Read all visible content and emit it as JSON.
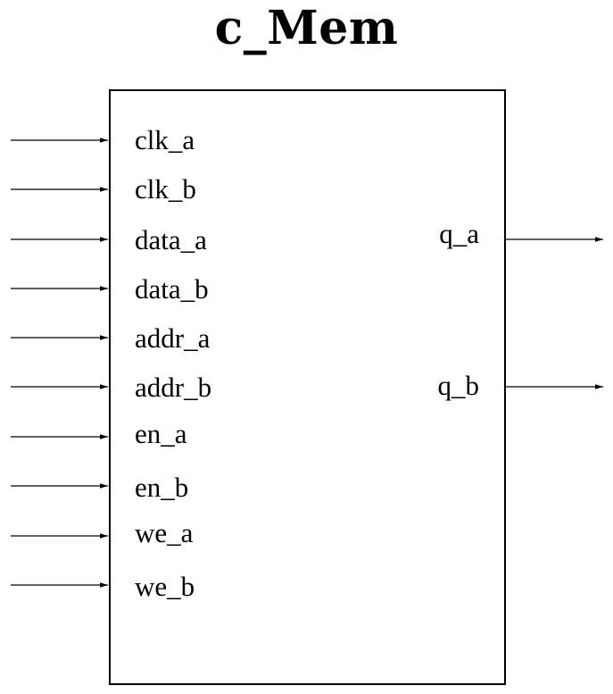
{
  "title": "c_Mem",
  "block": {
    "inputs": [
      "clk_a",
      "clk_b",
      "data_a",
      "data_b",
      "addr_a",
      "addr_b",
      "en_a",
      "en_b",
      "we_a",
      "we_b"
    ],
    "outputs": [
      "q_a",
      "q_b"
    ]
  }
}
